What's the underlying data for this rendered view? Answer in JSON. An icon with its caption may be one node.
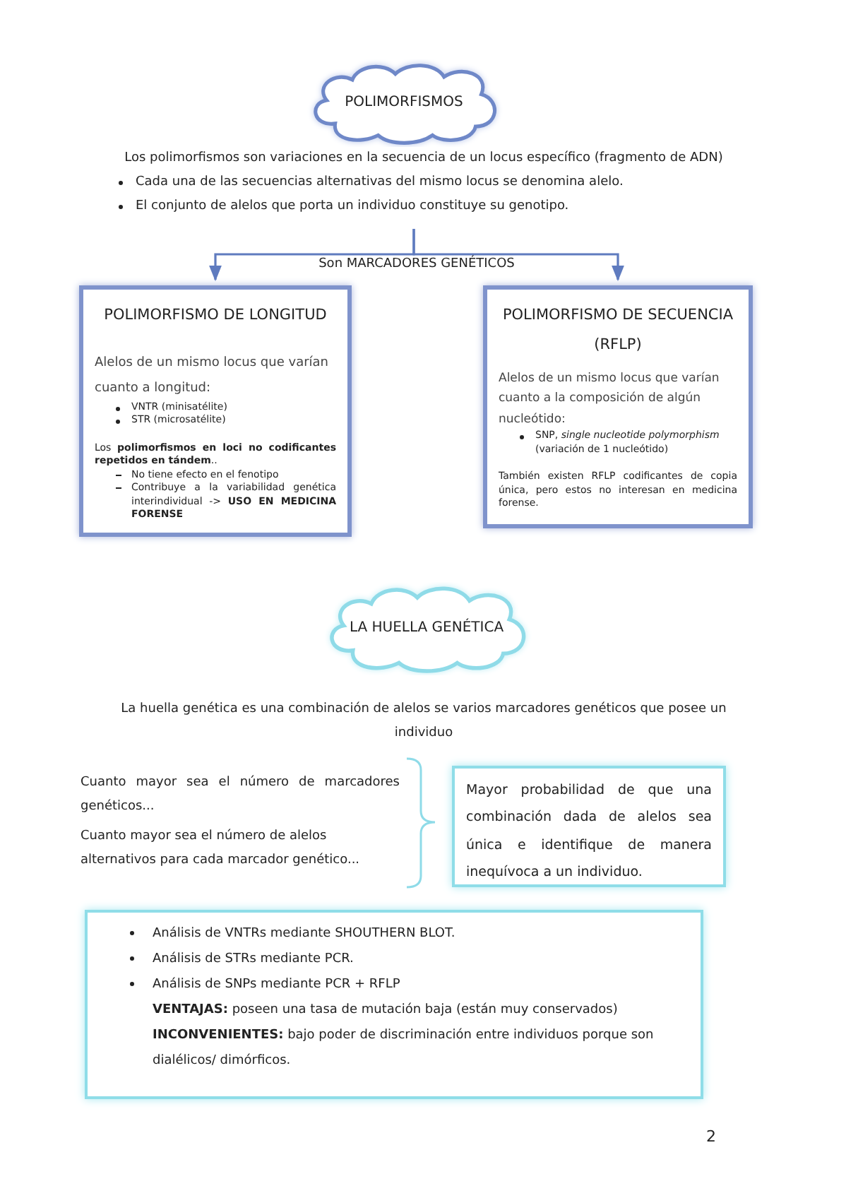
{
  "diagram": {
    "nodes": [
      {
        "text": [
          "POLIMORFISMOS"
        ]
      },
      {
        "text": [
          "Los polimorfismos son variaciones en la secuencia de un locus específico (fragmento de ADN)",
          "Cada una de las secuencias alternativas del mismo locus se denomina alelo.",
          "El conjunto de alelos que porta un individuo constituye su genotipo."
        ]
      },
      {
        "text": [
          "POLIMORFISMO DE LONGITUD",
          "Alelos de un mismo locus que varían cuanto a longitud:",
          "VNTR (minisatélite)",
          "STR (microsatélite)",
          "Los **polimorfismos en loci no codificantes repetidos en tándem**..",
          "No tiene efecto en el fenotipo",
          "Contribuye a la variabilidad genética interindividual -> **USO EN MEDICINA FORENSE**"
        ]
      },
      {
        "text": [
          "POLIMORFISMO DE SECUENCIA (RFLP)",
          "Alelos de un mismo locus que varían cuanto a la composición de algún nucleótido:",
          "SNP, *single nucleotide polymorphism* (variación de 1 nucleótido)",
          "También existen RFLP codificantes de copia única, pero estos no interesan en medicina forense."
        ]
      },
      {
        "text": [
          "LA HUELLA GENÉTICA"
        ]
      },
      {
        "text": [
          "Mayor probabilidad de que una combinación dada de alelos sea única e identifique de manera inequívoca a un individuo."
        ]
      },
      {
        "text": [
          "Análisis de VNTRs mediante SHOUTHERN BLOT.",
          "Análisis de STRs mediante PCR.",
          "Análisis de SNPs mediante PCR + RFLP",
          "**VENTAJAS:** poseen una tasa de mutación baja (están muy conservados)",
          "**INCONVENIENTES:** bajo poder de discriminación entre individuos porque son dialélicos/ dimórficos."
        ]
      }
    ],
    "edges": [
      {
        "from": 1,
        "to": 2,
        "arrow": "to",
        "label": "Son MARCADORES GENÉTICOS"
      },
      {
        "from": 1,
        "to": 3,
        "arrow": "to"
      }
    ],
    "labels": [
      "La huella genética es una combinación de alelos se varios marcadores genéticos que posee un individuo",
      "Cuanto mayor sea el número de marcadores genéticos...",
      "Cuanto mayor sea el número de alelos alternativos para cada marcador genético...",
      "2"
    ]
  }
}
